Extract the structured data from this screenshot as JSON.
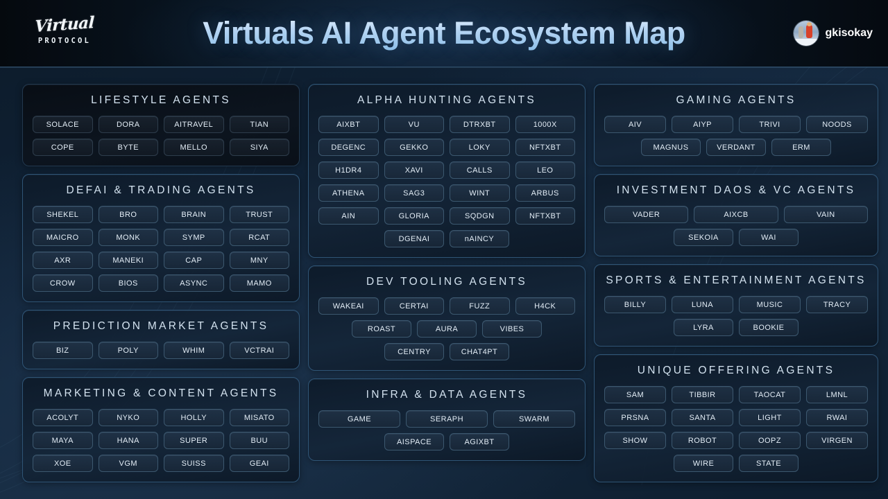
{
  "header": {
    "brand_script": "Virtual",
    "brand_sub": "PROTOCOL",
    "title": "Virtuals AI Agent Ecosystem Map",
    "username": "gkisokay",
    "avatar_icon": "user-avatar-image"
  },
  "columns": [
    {
      "id": "column-left",
      "panels": [
        {
          "id": "lifestyle-agents",
          "title": "LIFESTYLE AGENTS",
          "style": "dark",
          "rows": [
            [
              "SOLACE",
              "DORA",
              "AITRAVEL",
              "TIAN"
            ],
            [
              "COPE",
              "BYTE",
              "MELLO",
              "SIYA"
            ]
          ]
        },
        {
          "id": "defai-trading-agents",
          "title": "DEFAI & TRADING AGENTS",
          "style": "mid",
          "rows": [
            [
              "SHEKEL",
              "BRO",
              "BRAIN",
              "TRUST"
            ],
            [
              "MAICRO",
              "MONK",
              "SYMP",
              "RCAT"
            ],
            [
              "AXR",
              "MANEKI",
              "CAP",
              "MNY"
            ],
            [
              "CROW",
              "BIOS",
              "ASYNC",
              "MAMO"
            ]
          ]
        },
        {
          "id": "prediction-market-agents",
          "title": "PREDICTION MARKET AGENTS",
          "style": "mid",
          "rows": [
            [
              "BIZ",
              "POLY",
              "WHIM",
              "VCTRAI"
            ]
          ]
        },
        {
          "id": "marketing-content-agents",
          "title": "MARKETING & CONTENT AGENTS",
          "style": "mid",
          "rows": [
            [
              "ACOLYT",
              "NYKO",
              "HOLLY",
              "MISATO"
            ],
            [
              "MAYA",
              "HANA",
              "SUPER",
              "BUU"
            ],
            [
              "XOE",
              "VGM",
              "SUISS",
              "GEAI"
            ]
          ]
        }
      ]
    },
    {
      "id": "column-middle",
      "panels": [
        {
          "id": "alpha-hunting-agents",
          "title": "ALPHA HUNTING AGENTS",
          "style": "mid",
          "rows": [
            [
              "AIXBT",
              "VU",
              "DTRXBT",
              "1000X"
            ],
            [
              "DEGENC",
              "GEKKO",
              "LOKY",
              "NFTXBT"
            ],
            [
              "H1DR4",
              "XAVI",
              "CALLS",
              "LEO"
            ],
            [
              "ATHENA",
              "SAG3",
              "WINT",
              "ARBUS"
            ],
            [
              "AIN",
              "GLORIA",
              "SQDGN",
              "NFTXBT"
            ],
            [
              "DGENAI",
              "nAINCY"
            ]
          ]
        },
        {
          "id": "dev-tooling-agents",
          "title": "DEV TOOLING AGENTS",
          "style": "mid",
          "rows": [
            [
              "WAKEAI",
              "CERTAI",
              "FUZZ",
              "H4CK"
            ],
            [
              "ROAST",
              "AURA",
              "VIBES"
            ],
            [
              "CENTRY",
              "CHAT4PT"
            ]
          ]
        },
        {
          "id": "infra-data-agents",
          "title": "INFRA & DATA AGENTS",
          "style": "mid",
          "rows": [
            [
              "GAME",
              "SERAPH",
              "SWARM"
            ],
            [
              "AISPACE",
              "AGIXBT"
            ]
          ]
        }
      ]
    },
    {
      "id": "column-right",
      "panels": [
        {
          "id": "gaming-agents",
          "title": "GAMING AGENTS",
          "style": "mid",
          "rows": [
            [
              "AIV",
              "AIYP",
              "TRIVI",
              "NOODS"
            ],
            [
              "MAGNUS",
              "VERDANT",
              "ERM"
            ]
          ]
        },
        {
          "id": "investment-daos-vc-agents",
          "title": "INVESTMENT DAOS & VC AGENTS",
          "style": "mid",
          "rows": [
            [
              "VADER",
              "AIXCB",
              "VAIN"
            ],
            [
              "SEKOIA",
              "WAI"
            ]
          ]
        },
        {
          "id": "sports-entertainment-agents",
          "title": "SPORTS & ENTERTAINMENT AGENTS",
          "style": "mid",
          "rows": [
            [
              "BILLY",
              "LUNA",
              "MUSIC",
              "TRACY"
            ],
            [
              "LYRA",
              "BOOKIE"
            ]
          ]
        },
        {
          "id": "unique-offering-agents",
          "title": "UNIQUE OFFERING AGENTS",
          "style": "mid",
          "rows": [
            [
              "SAM",
              "TIBBIR",
              "TAOCAT",
              "LMNL"
            ],
            [
              "PRSNA",
              "SANTA",
              "LIGHT",
              "RWAI"
            ],
            [
              "SHOW",
              "ROBOT",
              "OOPZ",
              "VIRGEN"
            ],
            [
              "WIRE",
              "STATE"
            ]
          ]
        }
      ]
    }
  ],
  "colors": {
    "accent": "#9fc9ec",
    "panel_border": "#2f5576",
    "chip_border": "#3c586f",
    "background": "#102236"
  }
}
